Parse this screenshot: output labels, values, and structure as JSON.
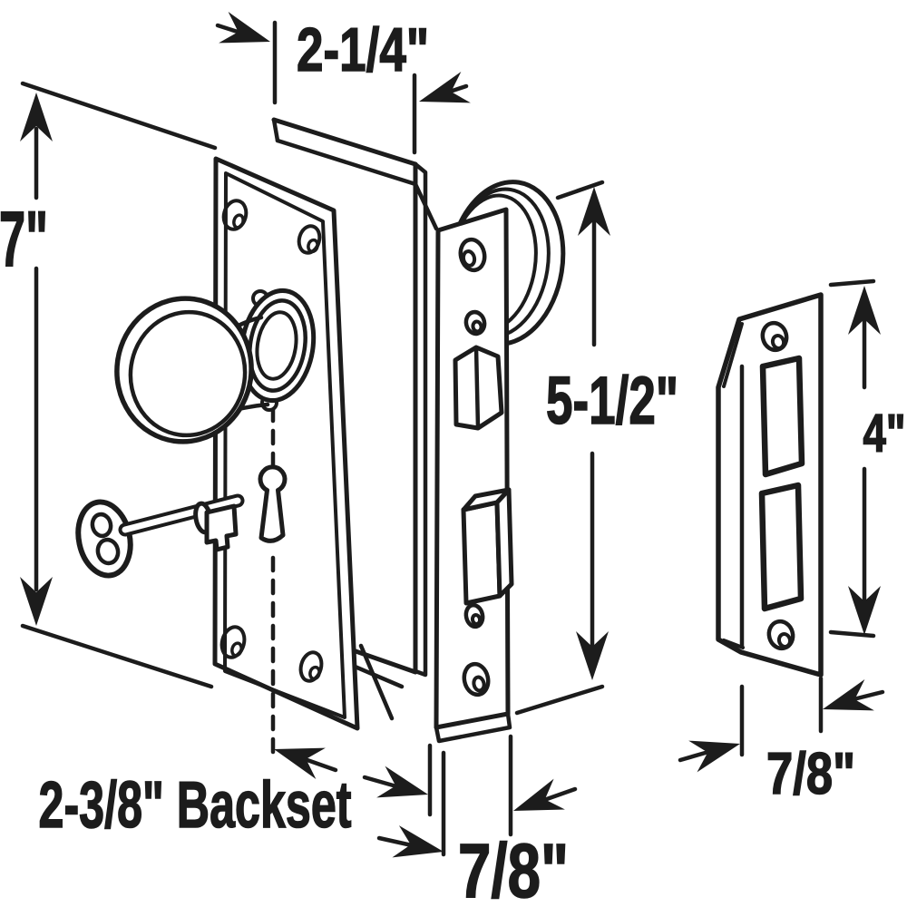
{
  "diagram": {
    "kind": "mortise lockset installation dimension drawing",
    "labels": {
      "case_width_top": "2-1/4\"",
      "plate_height": "7\"",
      "faceplate_height": "5-1/2\"",
      "strike_height": "4\"",
      "backset": "2-3/8\" Backset",
      "faceplate_width": "7/8\"",
      "strike_width": "7/8\""
    },
    "colors": {
      "line": "#1c1c1c",
      "background": "#ffffff"
    }
  }
}
